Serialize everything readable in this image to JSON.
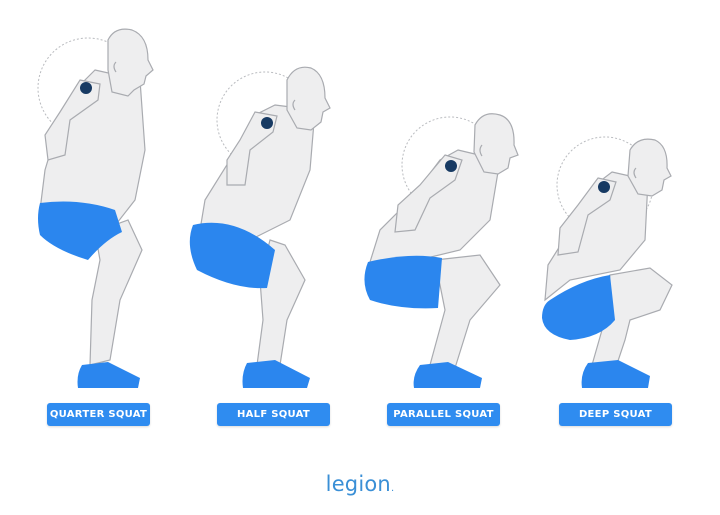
{
  "figures": [
    {
      "id": "quarter",
      "label": "QUARTER SQUAT"
    },
    {
      "id": "half",
      "label": "HALF SQUAT"
    },
    {
      "id": "parallel",
      "label": "PARALLEL SQUAT"
    },
    {
      "id": "deep",
      "label": "DEEP SQUAT"
    }
  ],
  "brand": {
    "name": "legion",
    "suffix": "."
  },
  "colors": {
    "accent": "#2f8cf0",
    "shorts": "#2b86ee",
    "body_fill": "#eeeeef",
    "outline": "#a9abb0",
    "bar": "#173a63",
    "logo": "#3a8fd6"
  }
}
